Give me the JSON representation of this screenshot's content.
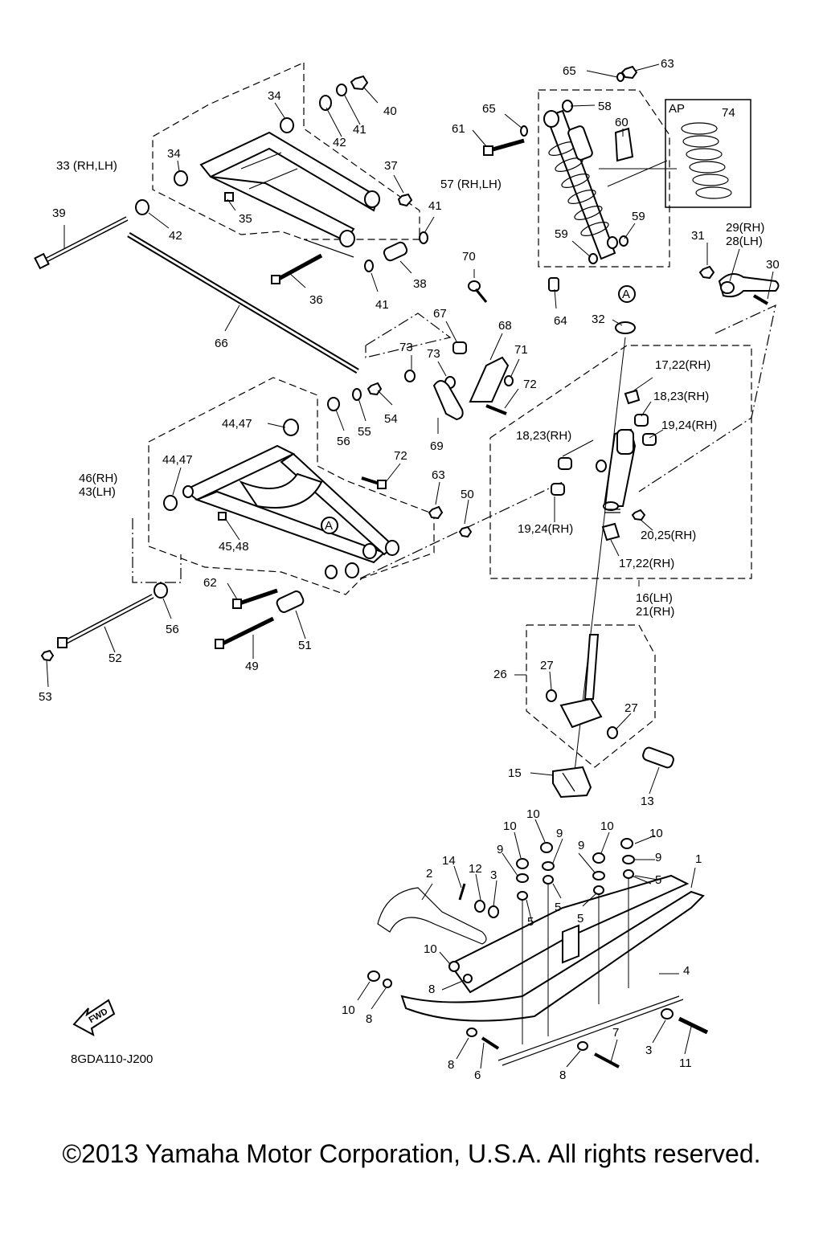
{
  "diagram": {
    "reference_code": "8GDA110-J200",
    "fwd_label": "FWD",
    "ap_label": "AP",
    "copyright": "©2013 Yamaha Motor Corporation, U.S.A. All rights reserved.",
    "view_marker": "A",
    "callouts": [
      "65",
      "63",
      "58",
      "65",
      "61",
      "60",
      "57 (RH,LH)",
      "74",
      "59",
      "59",
      "31",
      "29(RH)",
      "28(LH)",
      "30",
      "64",
      "32",
      "34",
      "40",
      "41",
      "42",
      "33 (RH,LH)",
      "34",
      "37",
      "39",
      "35",
      "41",
      "42",
      "36",
      "38",
      "41",
      "66",
      "70",
      "67",
      "68",
      "71",
      "73",
      "73",
      "72",
      "54",
      "55",
      "56",
      "69",
      "44,47",
      "44,47",
      "46(RH)",
      "43(LH)",
      "72",
      "63",
      "50",
      "45,48",
      "62",
      "56",
      "52",
      "53",
      "49",
      "51",
      "17,22(RH)",
      "18,23(RH)",
      "18,23(RH)",
      "19,24(RH)",
      "19,24(RH)",
      "20,25(RH)",
      "17,22(RH)",
      "16(LH)",
      "21(RH)",
      "26",
      "27",
      "27",
      "15",
      "13",
      "10",
      "10",
      "10",
      "10",
      "9",
      "9",
      "9",
      "9",
      "5",
      "5",
      "5",
      "5",
      "14",
      "12",
      "3",
      "2",
      "1",
      "4",
      "10",
      "8",
      "10",
      "8",
      "8",
      "6",
      "8",
      "7",
      "3",
      "11"
    ]
  }
}
